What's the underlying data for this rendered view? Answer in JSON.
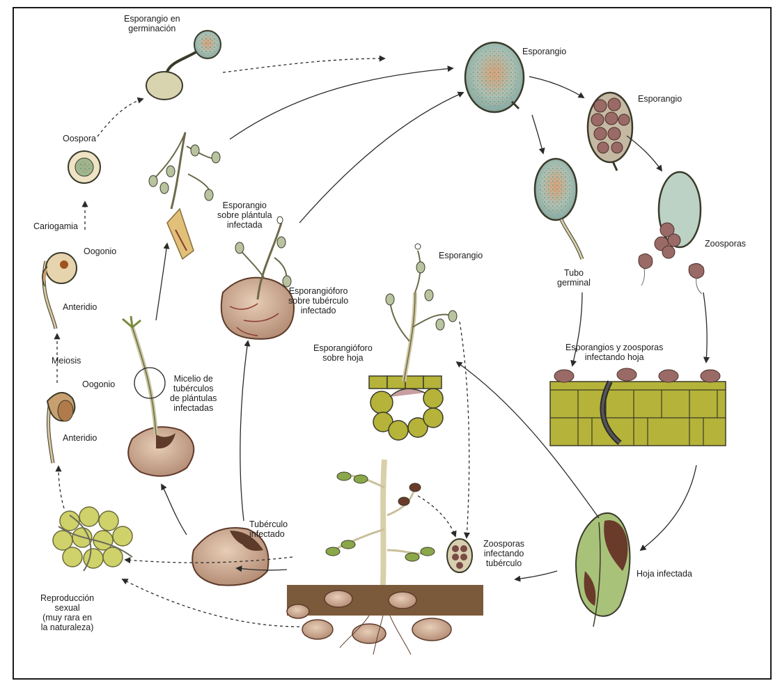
{
  "labels": {
    "esporangio_germinacion": [
      "Esporangio en",
      "germinación"
    ],
    "esporangio_top": "Esporangio",
    "esporangio_right": "Esporangio",
    "oospora": "Oospora",
    "cariogamia": "Cariogamia",
    "oogonio_1": "Oogonio",
    "anteridio_1": "Anteridio",
    "meiosis": "Meiosis",
    "oogonio_2": "Oogonio",
    "anteridio_2": "Anteridio",
    "esporangio_plantula": [
      "Esporangio",
      "sobre plántula",
      "infectada"
    ],
    "esporangioforo_tuberculo": [
      "Esporangióforo",
      "sobre tubérculo",
      "infectado"
    ],
    "micelio": [
      "Micelio de",
      "tubérculos",
      "de plántulas",
      "infectadas"
    ],
    "esporangio_center": "Esporangio",
    "esporangioforo_hoja": [
      "Esporangióforo",
      "sobre hoja"
    ],
    "tubo_germinal": [
      "Tubo",
      "germinal"
    ],
    "zoosporas": "Zoosporas",
    "esporangios_zoosporas_hoja": [
      "Esporangios y zoosporas",
      "infectando hoja"
    ],
    "tuberculo_infectado": [
      "Tubérculo",
      "infectado"
    ],
    "hoja_infectada": "Hoja infectada",
    "zoosporas_tuberculo": [
      "Zoosporas",
      "infectando",
      "tubérculo"
    ],
    "reproduccion": [
      "Reproducción",
      "sexual",
      "(muy rara en",
      "la naturaleza)"
    ]
  },
  "colors": {
    "spore_wall": "#3a3a2a",
    "spore_fill": "#c9b98a",
    "spore_inner": "#b7c9b0",
    "zoospore": "#9a6a66",
    "tissue": "#b5b339",
    "tuber": "#c7a58f",
    "tuber_dark": "#5e3a2a",
    "leaf": "#8aa84a",
    "soil": "#7b5a3c",
    "stem": "#d9cfa9"
  }
}
